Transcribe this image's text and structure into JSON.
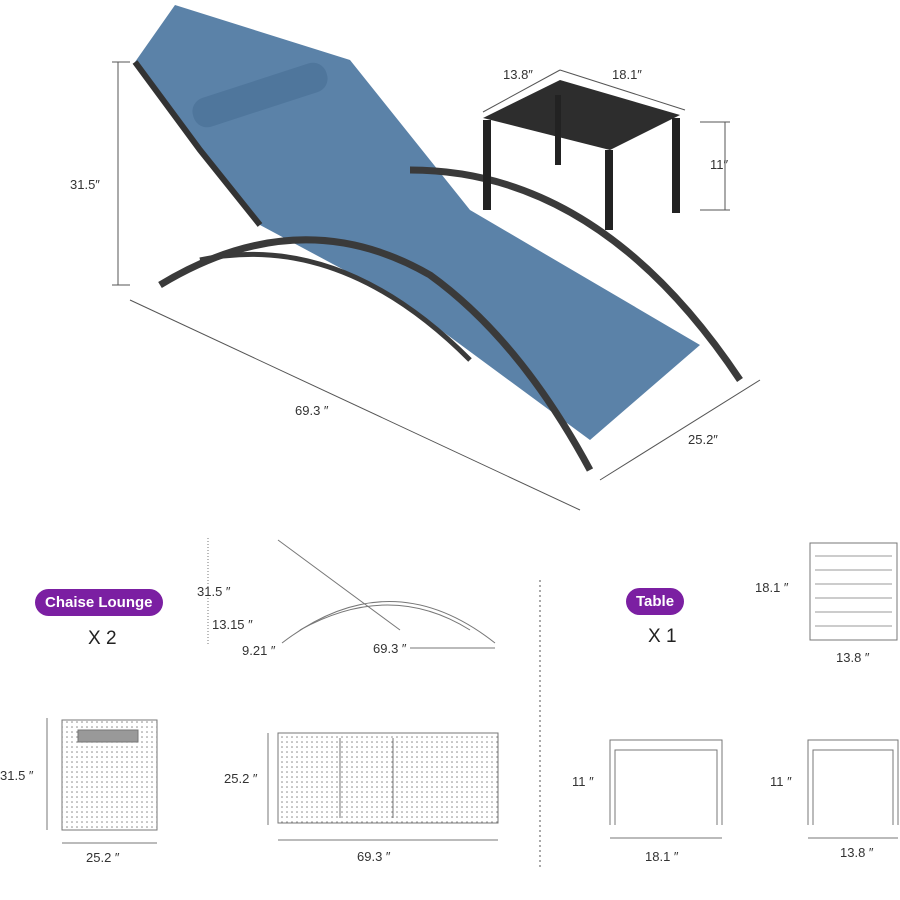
{
  "colors": {
    "accent": "#7b1fa2",
    "fabric": "#5b82a8",
    "frame": "#3a3a3a"
  },
  "hero": {
    "height": "31.5″",
    "length": "69.3 ″",
    "width": "25.2″",
    "table_depth": "13.8″",
    "table_width": "18.1″",
    "table_height": "11″"
  },
  "chaise": {
    "label": "Chaise Lounge",
    "qty": "X 2",
    "side_height": "31.5 ″",
    "side_mid": "13.15 ″",
    "side_low": "9.21 ″",
    "side_length": "69.3 ″",
    "front_height": "31.5 ″",
    "front_width": "25.2 ″",
    "top_width": "25.2 ″",
    "top_length": "69.3 ″"
  },
  "table": {
    "label": "Table",
    "qty": "X 1",
    "top_depth_label": "18.1 ″",
    "top_width_label": "13.8 ″",
    "front_height": "11 ″",
    "front_width": "18.1 ″",
    "side_height": "11 ″",
    "side_width": "13.8 ″"
  }
}
